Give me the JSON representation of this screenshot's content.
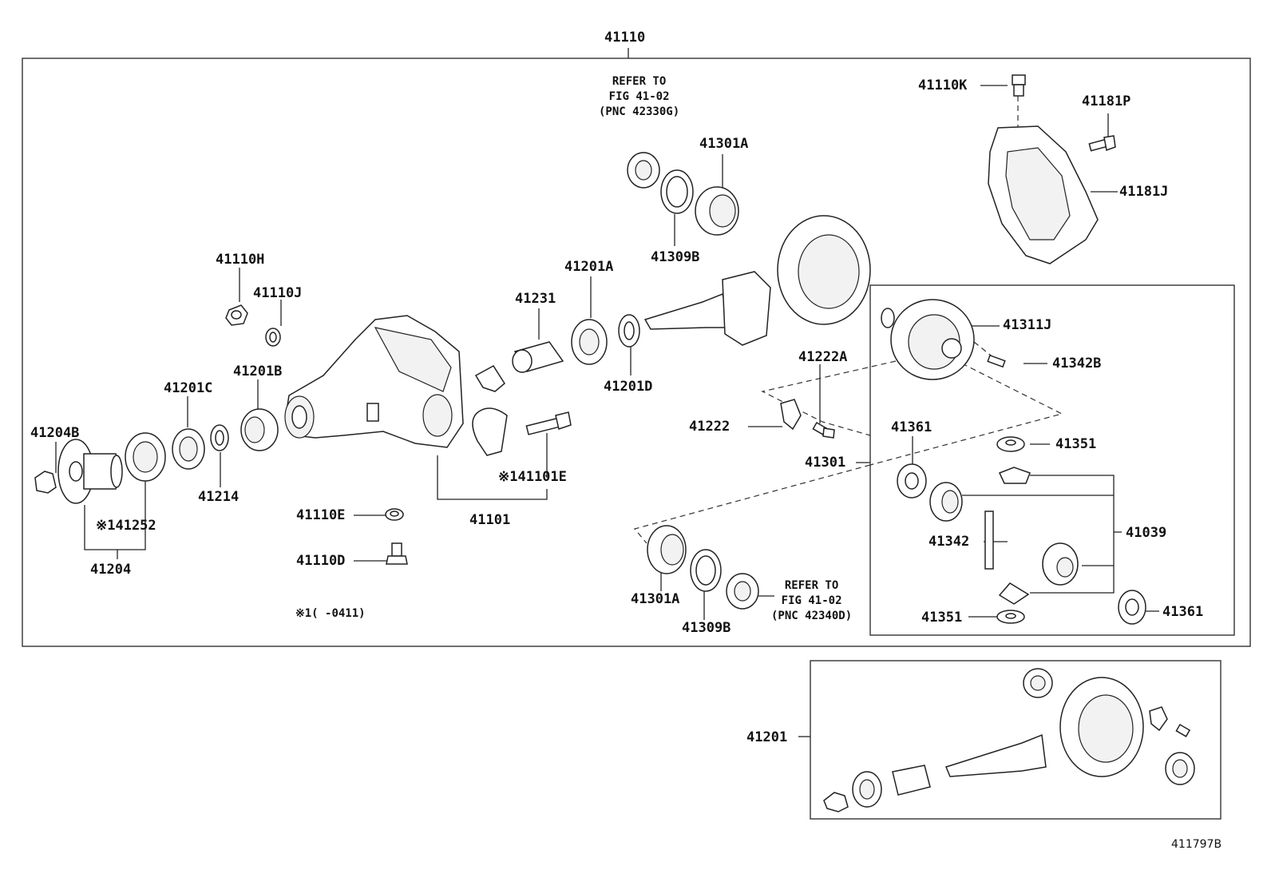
{
  "labels": {
    "main_assembly": "41110",
    "refer_top_line1": "REFER TO",
    "refer_top_line2": "FIG 41-02",
    "refer_top_line3": "(PNC 42330G)",
    "p41110K": "41110K",
    "p41181P": "41181P",
    "p41301A_top": "41301A",
    "p41181J": "41181J",
    "p41309B_top": "41309B",
    "p41110H": "41110H",
    "p41110J": "41110J",
    "p41201A": "41201A",
    "p41231": "41231",
    "p41311J": "41311J",
    "p41342B": "41342B",
    "p41222A": "41222A",
    "p41201D": "41201D",
    "p41201C": "41201C",
    "p41201B": "41201B",
    "p41222": "41222",
    "p41204B": "41204B",
    "p41361_top": "41361",
    "p41351_top": "41351",
    "p41301": "41301",
    "p41214": "41214",
    "p41101E": "※141101E",
    "p41252": "※141252",
    "p41101": "41101",
    "p41110E": "41110E",
    "p41039": "41039",
    "p41342": "41342",
    "p41204": "41204",
    "p41110D": "41110D",
    "p41301A_bottom": "41301A",
    "refer_bot_line1": "REFER TO",
    "refer_bot_line2": "FIG 41-02",
    "refer_bot_line3": "(PNC 42340D)",
    "p41361_bottom": "41361",
    "footnote": "※1(      -0411)",
    "p41351_bottom": "41351",
    "p41309B_bottom": "41309B",
    "p41201": "41201",
    "figure_code": "411797B"
  }
}
